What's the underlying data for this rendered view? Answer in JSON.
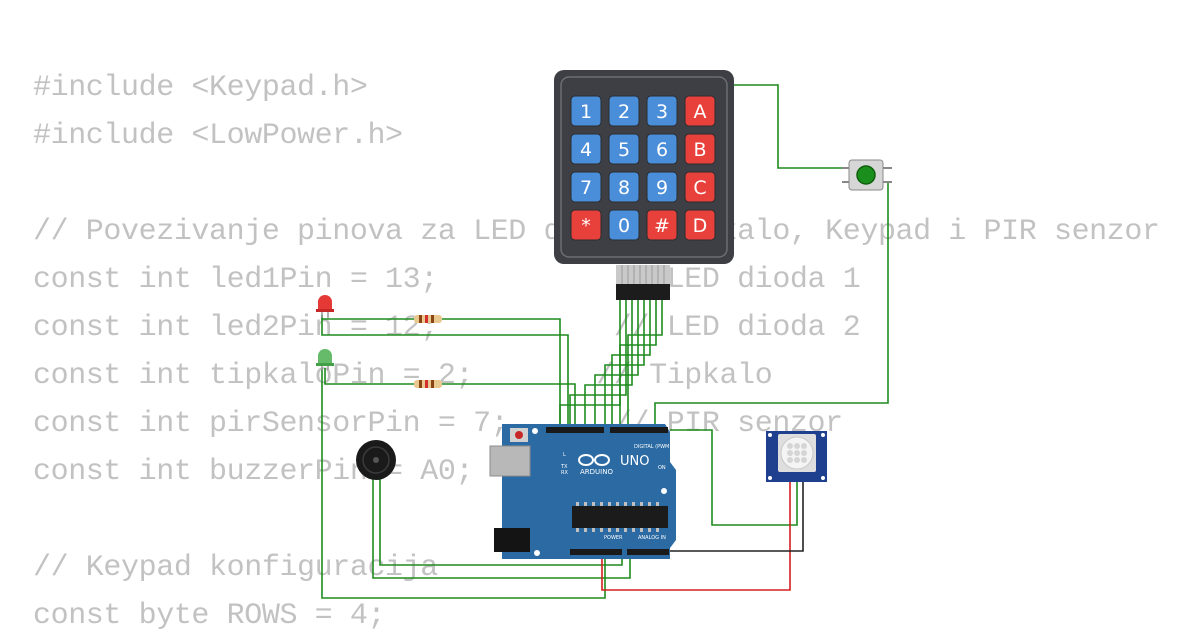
{
  "code_lines": [
    "#include <Keypad.h>",
    "#include <LowPower.h>",
    "",
    "// Povezivanje pinova za LED diode, tipkalo, Keypad i PIR senzor",
    "const int led1Pin = 13;          // LED dioda 1",
    "const int led2Pin = 12;          // LED dioda 2",
    "const int tipkaloPin = 2;       // Tipkalo",
    "const int pirSensorPin = 7;      // PIR senzor",
    "const int buzzerPin = A0;",
    "",
    "// Keypad konfiguracija",
    "const byte ROWS = 4;"
  ],
  "keypad": {
    "keys": [
      [
        "1",
        "2",
        "3",
        "A"
      ],
      [
        "4",
        "5",
        "6",
        "B"
      ],
      [
        "7",
        "8",
        "9",
        "C"
      ],
      [
        "*",
        "0",
        "#",
        "D"
      ]
    ]
  },
  "arduino": {
    "brand": "ARDUINO",
    "model": "UNO",
    "digital_label": "DIGITAL (PWM ~)",
    "power_label": "POWER",
    "analog_label": "ANALOG IN",
    "on_label": "ON",
    "tx_label": "TX",
    "rx_label": "RX",
    "l_label": "L"
  },
  "colors": {
    "code_text": "#c2c2c2",
    "wire_green": "#1e8c1e",
    "wire_red": "#d42020",
    "wire_black": "#222222",
    "board_blue": "#2b6aa3",
    "keypad_body": "#3d3f45",
    "key_blue": "#4a8ed9",
    "key_red": "#e8413b",
    "pir_blue": "#1f3f8f"
  },
  "components": {
    "led_red": "red-led-icon",
    "led_green": "green-led-icon",
    "buzzer": "buzzer-icon",
    "pushbutton": "pushbutton-icon",
    "pir_sensor": "pir-sensor-icon",
    "resistor": "resistor-icon"
  }
}
